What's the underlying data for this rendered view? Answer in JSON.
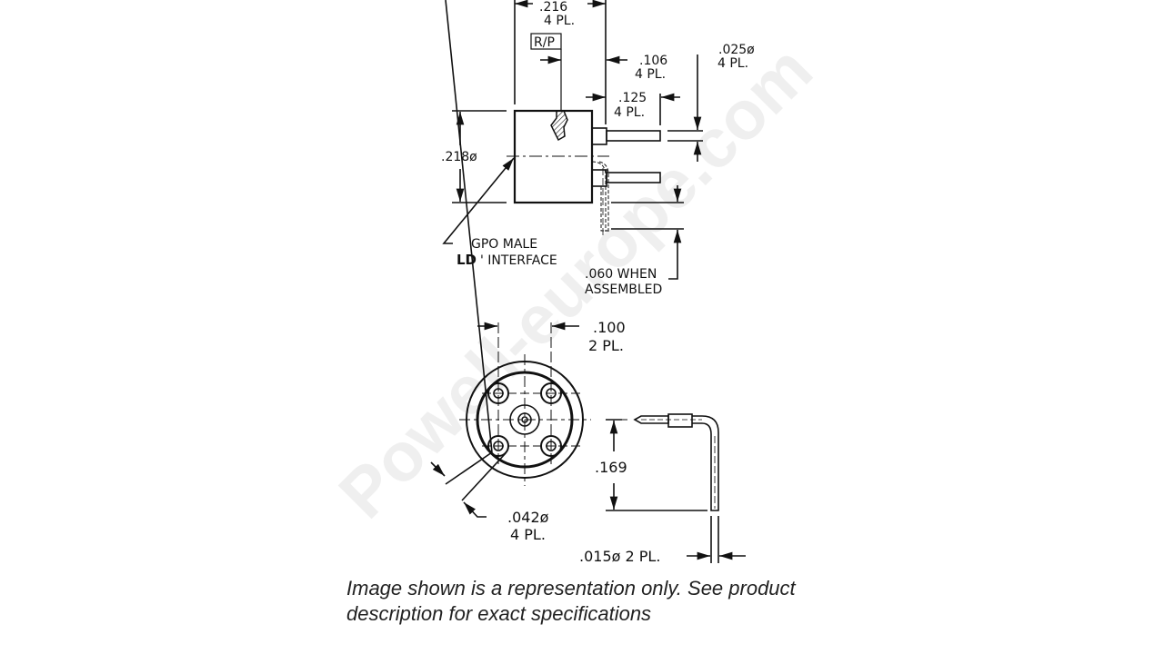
{
  "watermark": "Powell-europe.com",
  "side_view": {
    "dim_width": {
      "value": ".216",
      "qty": "4 PL."
    },
    "ref_label": "R/P",
    "dim_pin_offset": {
      "value": ".106",
      "qty": "4 PL."
    },
    "dim_pin_length": {
      "value": ".125",
      "qty": "4 PL."
    },
    "dim_pin_dia": {
      "value": ".025ø",
      "qty": "4 PL."
    },
    "dim_body_dia": ".218ø",
    "callout_line1": "GPO MALE",
    "callout_line2_bold": "LD",
    "callout_line2": "' INTERFACE",
    "assembled_line1": ".060  WHEN",
    "assembled_line2": "ASSEMBLED"
  },
  "front_view": {
    "dim_spacing": {
      "value": ".100",
      "qty": "2 PL."
    },
    "dim_hole": {
      "value": ".042ø",
      "qty": "4 PL."
    },
    "dim_height": ".169",
    "dim_wire": ".015ø  2 PL."
  },
  "caption": "Image shown is a representation only. See product description for exact specifications"
}
